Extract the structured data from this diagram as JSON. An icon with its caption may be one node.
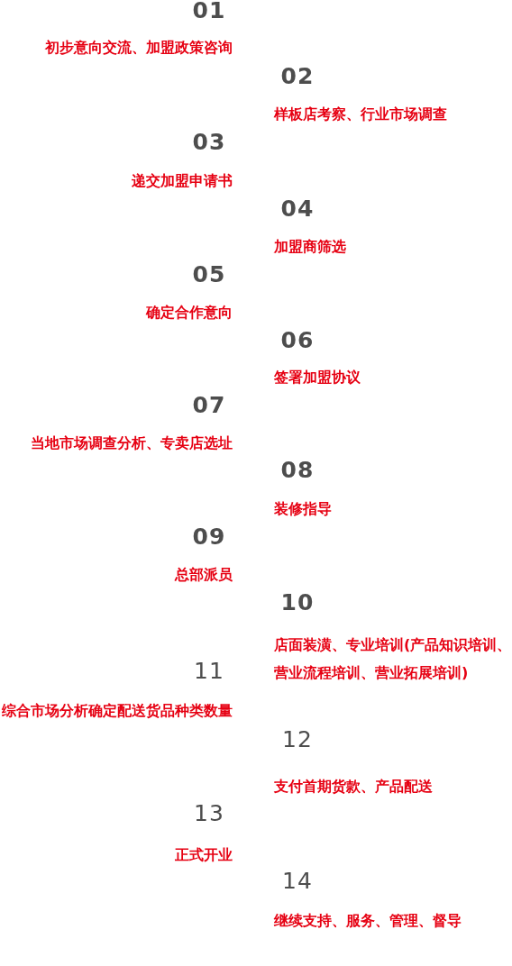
{
  "diagram": {
    "labels": [
      "01",
      "初步意向交流、加盟政策咨询",
      "02",
      "样板店考察、行业市场调查",
      "03",
      "递交加盟申请书",
      "04",
      "加盟商筛选",
      "05",
      "确定合作意向",
      "06",
      "签署加盟协议",
      "07",
      "当地市场调查分析、专卖店选址",
      "08",
      "装修指导",
      "09",
      "总部派员",
      "10",
      "店面装潢、专业培训(产品知识培训、营业流程培训、营业拓展培训)",
      "11",
      "综合市场分析确定配送货品种类数量",
      "12",
      "支付首期货款、产品配送",
      "13",
      "正式开业",
      "14",
      "继续支持、服务、管理、督导"
    ]
  }
}
